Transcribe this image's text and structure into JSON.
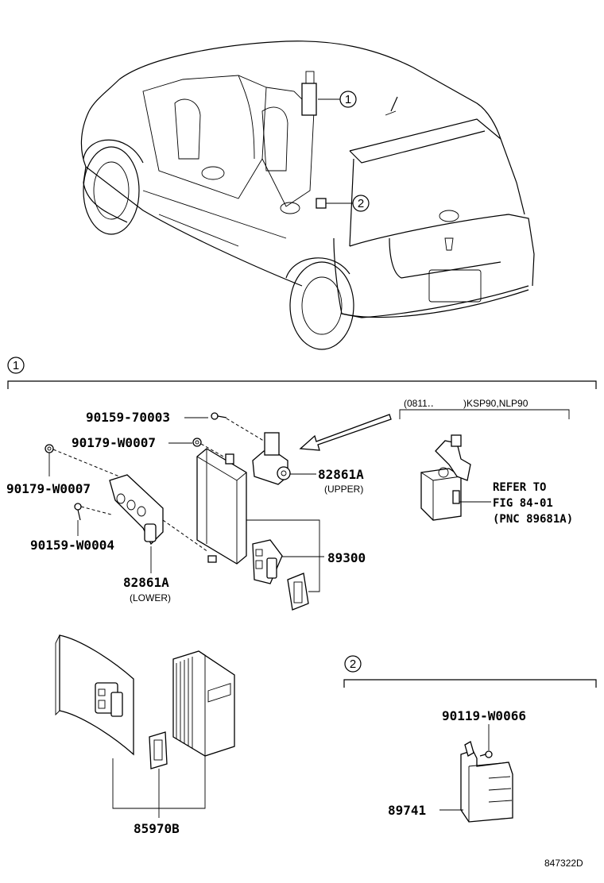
{
  "callouts": {
    "one": "1",
    "two": "2"
  },
  "labels": {
    "p_90159_70003": "90159-70003",
    "p_90179_w0007_a": "90179-W0007",
    "p_90179_w0007_b": "90179-W0007",
    "p_90159_w0004": "90159-W0004",
    "p_82861a_upper": "82861A",
    "upper": "(UPPER)",
    "p_82861a_lower": "82861A",
    "lower": "(LOWER)",
    "p_89300": "89300",
    "p_85970b": "85970B",
    "p_90119_w0066": "90119-W0066",
    "p_89741": "89741"
  },
  "variant": {
    "date": "(0811‥",
    "models": ")KSP90,NLP90"
  },
  "refer": {
    "line1": "REFER TO",
    "line2": "FIG 84-01",
    "line3": "(PNC 89681A)"
  },
  "figure_code": "847322D"
}
